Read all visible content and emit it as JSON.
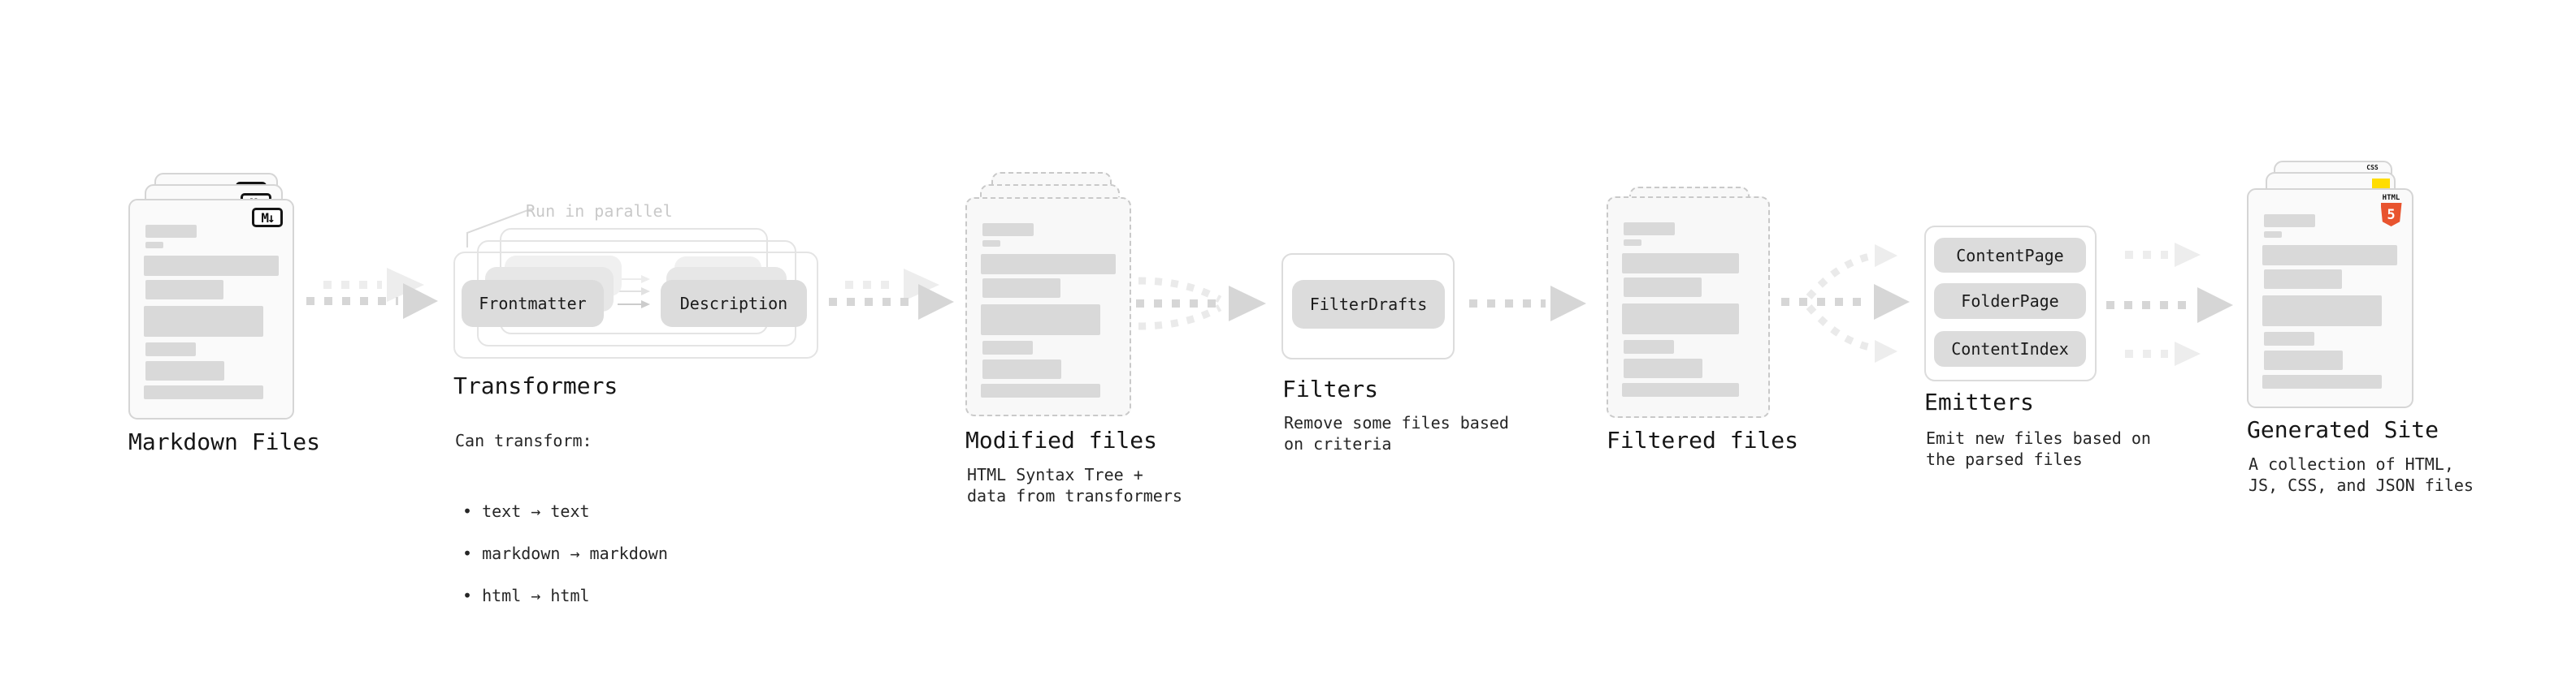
{
  "diagram": {
    "note_run_in_parallel": "Run in parallel",
    "stages": {
      "markdown": {
        "title": "Markdown Files"
      },
      "transformers": {
        "title": "Transformers",
        "pill_left": "Frontmatter",
        "pill_right": "Description",
        "desc_intro": "Can transform:",
        "bullets": [
          "• text → text",
          "• markdown → markdown",
          "• html → html"
        ]
      },
      "modified": {
        "title": "Modified files",
        "desc": "HTML Syntax Tree +\ndata from transformers"
      },
      "filters": {
        "title": "Filters",
        "pill": "FilterDrafts",
        "desc": "Remove some files based\non criteria"
      },
      "filtered": {
        "title": "Filtered files"
      },
      "emitters": {
        "title": "Emitters",
        "pills": [
          "ContentPage",
          "FolderPage",
          "ContentIndex"
        ],
        "desc": "Emit new files based on\nthe parsed files"
      },
      "generated": {
        "title": "Generated Site",
        "desc": "A collection of HTML,\nJS, CSS, and JSON files"
      }
    },
    "icons": {
      "markdown_badge": "M↓",
      "css_badge": "CSS",
      "html5_label": "HTML",
      "html5_number": "5"
    },
    "colors": {
      "arrow_gray": "#d6d6d6",
      "arrow_light": "#ededed",
      "pill_gray": "#dcdcdc",
      "note_gray": "#c9c9c9",
      "html5_orange": "#e8542f",
      "js_yellow": "#ffdd00",
      "css_blue": "#2d63f1"
    }
  }
}
